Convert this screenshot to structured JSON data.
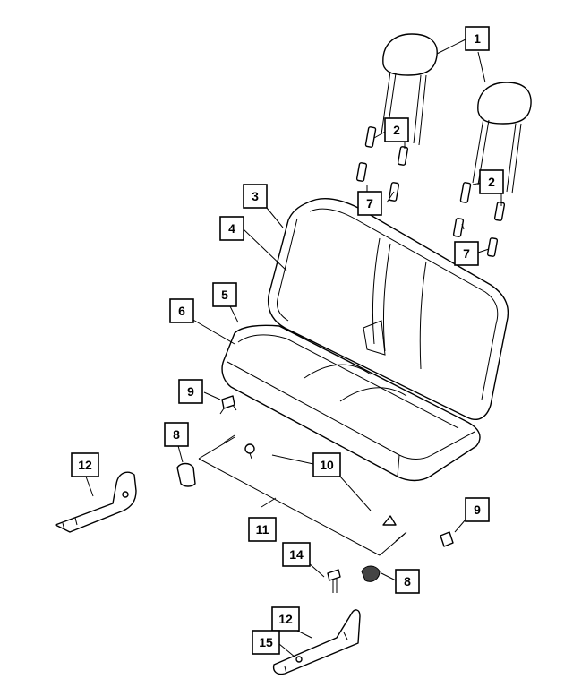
{
  "callouts": {
    "c1": "1",
    "c2a": "2",
    "c2b": "2",
    "c3": "3",
    "c4": "4",
    "c5": "5",
    "c6": "6",
    "c7a": "7",
    "c7b": "7",
    "c8a": "8",
    "c8b": "8",
    "c9a": "9",
    "c9b": "9",
    "c10": "10",
    "c11": "11",
    "c12a": "12",
    "c12b": "12",
    "c14": "14",
    "c15": "15"
  }
}
